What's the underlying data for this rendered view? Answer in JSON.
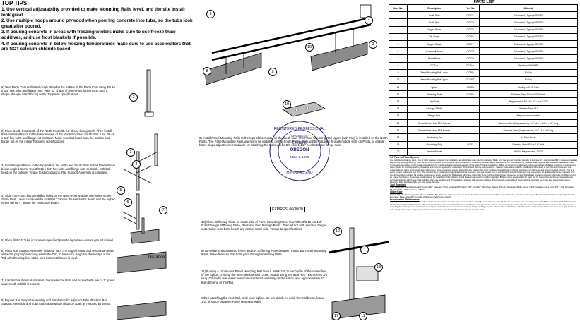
{
  "tips": {
    "heading": "TOP TIPS:",
    "items": [
      "1.   Use vertical adjustability provided to make Mounting Rails level, and the site install look great.",
      "2.   Use multiple hoops around plywood when pouring concrete into tubs, so the tubs look great after poured.",
      "3.   If pouring concrete in areas with freezing winters make sure to use freeze thaw additives, and use frost blankets if possible.",
      "4.   If pouring concrete in below freezing temperatures make sure to use accelerators that are NOT calcium chloride based"
    ]
  },
  "steps_left": [
    "1)   Take North Post and install Angle Stand to the bottom of the North Post using 3/8-16 x 3/4\" hex bolts and  flange nuts. With \"U\" shape of North Post facing north and \"L\" shape of Angle Stand facing north. Torque to specifications.",
    "2)   Place South Post south of the North Post with \"U\" shape facing north. Then install the Horizontal Beam to the lower section of the North Post and South Post. Use 3/8-16 x 3/4\" hex bolts and flange nut to attach. Make sure bolt head is on the outside and flange nut on the inside.Torque to specifications.",
    "3)   Install Angled Beam to the top ends of the North and South Post. Install Brace Beam below Angled Beam. Use 3/8-16 x 3/4\" hex bolts and flange nuts to attach, with bolt head on the outside. Torque to specifications. Rail Support Assembly is complete.",
    "4)   Slide #4 re-bars into pre-drilled holes on the North Post and then the holes on the South Post. Lower re-bar will be installed 1\" above the Horizontal Beam and the higher re-bar will be 4\" above the Horizontal Beam.",
    "5)   Place first GC Tubs in locations specified per site layout and ensure ground is level.",
    "6)   Place Rail Support Assembly inside of Tub. The Angled Stand and Horizontal Beam will aid in proper positioning inside the Tub, 1\" tolerance. Align southern edge of the Tub with the sling line. Make sure horizontal beam is level.",
    "7)   If Horizontal Beam is not level, then raise one Post and support with pile of 1\" gravel underneath until till is correct.",
    "8)   Repeat Rail Support Assembly and installation for adjacent Tubs. Position Rail Support Assembly and Tubs to the appropriate distance apart as required by layout."
  ],
  "step9": "9)   Install Panel Mounting Rails to the tops of the Posts, on the south side. The Panel Mounting Rail Upper (with tray) is installed on the North Posts. The Panel Mounting Rail Lower is to be installed on the South Posts. Rails will be installed through middle slots on Posts, to enable future slope adjustment. Hardware for attaching the Rails will be 3/8-16 x 1-1/2\" hex bolts and flange nuts.",
  "step10": "10)   Place Stiffening Plate on south side of Panel Mounting Rails. Insert the 3/8-16 x 1-1/2\" bolts  through Stiffening Plate, Rails and then through Posts. Then attach with serrated flange nuts. Make sure bolts heads are on the south side. Torque to specifications.",
  "step10b": "In corrosive Environments, insert another Stiffening Plate between Posts and Panel Mounting Rails. Place them so that bolts pass through Stiffening Plate.",
  "step11": "11)   If using a continuous Panel Mounting Rail layout. Mark 1/4\" to each side of the center line of the Splice, creating the thermal expansion zone.  Attach using serrated Hex TEK screws 3/4\" long. On south side insert one screw centered vertically on the splice, and approximately 4\" from the end of the Rail.",
  "step11b": "When attaching the next Rail, slide over Splice. Do not attach. At each thermal break, leave 1/2\" of space between Panel Mounting Rails.",
  "distance_label": "Distance",
  "seal": {
    "top": "REGISTERED PROFESSIONAL",
    "mid1": "ENGINEER",
    "state": "OREGON",
    "num": "62618PE",
    "date": "NOV. 9, 1999",
    "name": "MINGQIAO ZHU"
  },
  "expires": "EXPIRES: 06/30/20",
  "callouts": [
    "9",
    "4",
    "2",
    "10",
    "8",
    "19",
    "2",
    "3",
    "4",
    "5",
    "6",
    "7",
    "12",
    "1",
    "13",
    "17",
    "11"
  ],
  "parts": {
    "title": "PARTS LIST",
    "headers": [
      "Item No.",
      "Description",
      "Part No.",
      "Material"
    ],
    "rows": [
      [
        "1",
        "South Post",
        "GC271",
        "Galvanized,12 gauge G90 SS"
      ],
      [
        "2",
        "North Post",
        "GC272",
        "Galvanized,12 gauge G90 SS"
      ],
      [
        "3",
        "Angled Beam",
        "GC276",
        "Galvanized,12 gauge G90 SS"
      ],
      [
        "4",
        "Tub Shape",
        "GC366",
        "Galvanized,12 gauge G90 SS"
      ],
      [
        "5",
        "Angled Stand",
        "GC277",
        "Galvanized,14 gauge G90 SS"
      ],
      [
        "6",
        "Horizontal Beam",
        "GC278",
        "Galvanized,12 gauge G90 SS"
      ],
      [
        "7",
        "Brace Beam",
        "GC279",
        "Galvanized,12 gauge G90 SS"
      ],
      [
        "8",
        "GC Tub",
        "GC Tub",
        "Rigid/non-UHMWPE"
      ],
      [
        "9",
        "Panel Mounting Rail Lower",
        "GC280",
        "Al Alloy"
      ],
      [
        "10",
        "Panel Mounting Rail Upper",
        "GC2807",
        "Al Alloy"
      ],
      [
        "11",
        "Splice",
        "GC284",
        "Al Alloy or 0.10\" thick"
      ],
      [
        "12",
        "Stiffening Plate",
        "GC285",
        "Stainless Steel 304 or 0.060\" thick"
      ],
      [
        "13",
        "Hex Bolts",
        "",
        "Magnawaxed, 3/8-16 x 3/4\" and 1-1/2\""
      ],
      [
        "14",
        "Carriage T-Bolts",
        "",
        "Stainless Steel 18-8"
      ],
      [
        "15",
        "Flange Nuts",
        "",
        "Magnawaxed, serrated"
      ],
      [
        "16",
        "Serrated hex Head TEK Screws",
        "",
        "Stainless Steel (Magnawaxed), 1/4\"-14 x 1-1/4\" / 1-1/2\" long"
      ],
      [
        "17",
        "Serrated hex Head TEK Screws",
        "",
        "Stainless Steel (Magnawaxed), 1/4\"-14 x 3/4\" long"
      ],
      [
        "18",
        "Reinforcing Bar",
        "",
        "#4 Steel Rebar"
      ],
      [
        "19",
        "Grounding Strip",
        "GC33",
        "Stainless Steel 304 or 0.6\" thick"
      ],
      [
        "20",
        "Fender Washer",
        "",
        "HDG or Magnawaxed, 1/4-20"
      ]
    ]
  },
  "notes": {
    "h1": "GC Pour-in-Place System",
    "p1": "Use only GameChange parts. Use of other parts to complete the installation as substitutes may void the warranty. Make sure the ground structure (density in the case of a stepped landfill) is inspected and are capped (by loading) resulting from the GC Pour-in-Place Ground System and provided PV modules. Follow all safety instructions that are required by relevant local, regional and national organizations and procedures as outlined in this install manual, both for mechanical and electrical aspects of the solar PV array installation. When constructing undisputed and/or unexpected obstacles regarding a work around, there should be noted on working drawings and must be reported for evaluation. Work should then be completed in a manner that ensures that the installment of the array is not affected. Customers are responsible for grade settlements and making sure slope tolerances support GameChange System. GC Pour-in-Place Ground System should be installed on flat, level and pre-compacted ground. This is to avoid system settlement over time. The soil with layer content and organics should be removed, and soil around area is substantially sorted. Customers are responsible for grade settlements, must use only and all specified modules. All module components are in need of the Rail unless otherwise noted. GC Pour-in-Place System may be erected on less than ideally prepared grounds when site conditions permit, as a level foundation. Reference Install Manual for installation. Not following install Manual may result in voiding warranty. Ballast molds are provided for each site by GameChange. Recommended to use concrete mixtures with freeze thaw additive which are weather and UV resistant if in areas with required additive. Prior concrete embedding if heavy wind is expected, so it may also associated module Mounting Rails and Assembly over and cause damage.",
    "h2": "Tool Required",
    "p2": "3/16\" Deep and Short Sockets(1/4\" holes) 9/16\" Deep and Short Sockets (3/8\" holes) 7/16\" and 9/16\" Wrenches. Torque Wrench. Suggested Bolts: torque = 1/4\" hardware are 8 ft-lbs, 3/8\" 1-1/4\" hardware 12.5 lbs, 3/8\" x 3/4\" Hardware 12.5 lbs",
    "h3": "Slitter/Saw",
    "p3": "Impact drill with interchangeable drivers. 1/4\" Drill Bit. Work use anti-seize such as Loctite for bolts used in recent modules. Tape Measure. Concrete mixture (weather and UV Resistant if required). 4ft inch long level. Parts assembly (in grade of plywood and 3\" mesh sheet).",
    "h4": "Preventative Maintenance",
    "p4": "After installation, installer must annually monitor for any serious rust that may occur over time. Identify any rust areas, wire brush area to remove rust, and spray area with ZRC or zinc rich paint. Clips must be checked annually and after storms with sensory winds to make sure their installation and torque settings remain correct. Annual inspection must also be done for mechanical movement due to any reason including thermal expansion and contraction. Any mechanical movement must be rectified. Torque settings must be checked for all hardware. All Clips must be checked to make sure there is no gap between side of Clip and module. Proper preventative maintenance must be conducted or warranty may be voided."
  }
}
